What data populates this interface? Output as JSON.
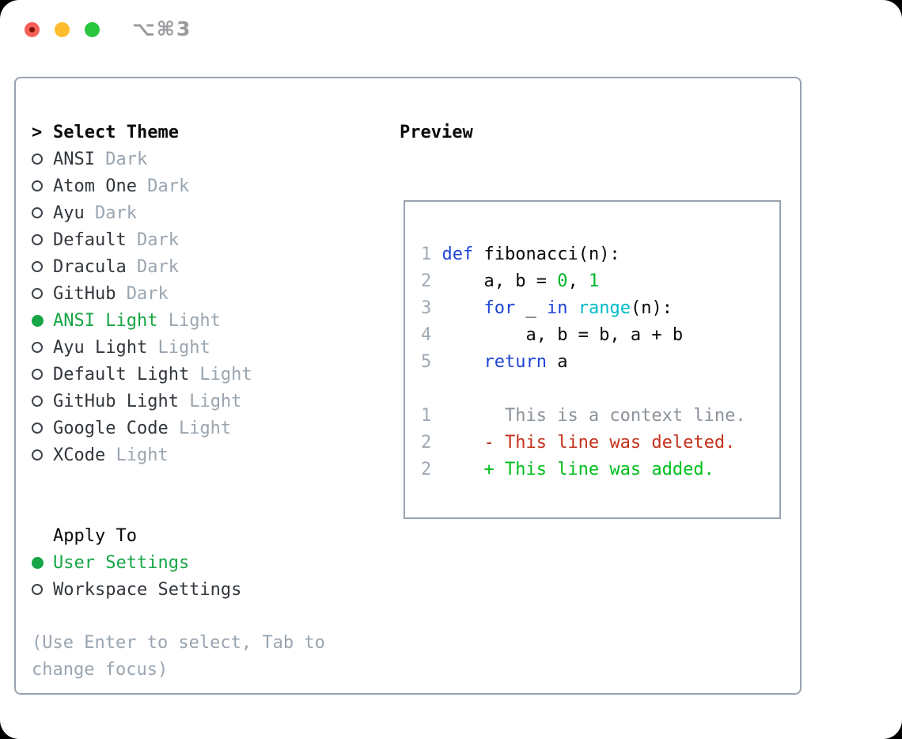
{
  "window": {
    "title": "⌥⌘3"
  },
  "traffic_lights": [
    "close-button",
    "minimize-button",
    "zoom-button"
  ],
  "palette": {
    "tl_red": "#f65f57",
    "tl_yellow": "#fdbd2e",
    "tl_green": "#2ac63e",
    "accent_green": "#17a546",
    "keyword_blue": "#1f44d6",
    "builtin_cyan": "#00bcc8",
    "number_green": "#00b42a",
    "diff_add": "#00bf1d",
    "diff_del": "#c5311c",
    "context_gray": "#8b939b",
    "muted_gray": "#9aa5b0",
    "linenum_gray": "#9fa9b4",
    "text_dark": "#32373d",
    "text_black": "#0a0a0a"
  },
  "theme_picker": {
    "prompt": ">",
    "title": "Select Theme",
    "items": [
      {
        "name": "ANSI",
        "variant": "Dark",
        "selected": false
      },
      {
        "name": "Atom One",
        "variant": "Dark",
        "selected": false
      },
      {
        "name": "Ayu",
        "variant": "Dark",
        "selected": false
      },
      {
        "name": "Default",
        "variant": "Dark",
        "selected": false
      },
      {
        "name": "Dracula",
        "variant": "Dark",
        "selected": false
      },
      {
        "name": "GitHub",
        "variant": "Dark",
        "selected": false
      },
      {
        "name": "ANSI Light",
        "variant": "Light",
        "selected": true
      },
      {
        "name": "Ayu Light",
        "variant": "Light",
        "selected": false
      },
      {
        "name": "Default Light",
        "variant": "Light",
        "selected": false
      },
      {
        "name": "GitHub Light",
        "variant": "Light",
        "selected": false
      },
      {
        "name": "Google Code",
        "variant": "Light",
        "selected": false
      },
      {
        "name": "XCode",
        "variant": "Light",
        "selected": false
      }
    ]
  },
  "apply_to": {
    "title": "Apply To",
    "options": [
      {
        "label": "User Settings",
        "selected": true
      },
      {
        "label": "Workspace Settings",
        "selected": false
      }
    ]
  },
  "hint": "(Use Enter to select, Tab to change focus)",
  "preview": {
    "title": "Preview",
    "code_lines": [
      {
        "num": "1",
        "segments": [
          [
            "def",
            "kw"
          ],
          [
            " fibonacci(n):",
            "fg"
          ]
        ]
      },
      {
        "num": "2",
        "segments": [
          [
            "    a, b = ",
            "fg"
          ],
          [
            "0",
            "num"
          ],
          [
            ", ",
            "fg"
          ],
          [
            "1",
            "num"
          ]
        ]
      },
      {
        "num": "3",
        "segments": [
          [
            "    ",
            "fg"
          ],
          [
            "for",
            "kw"
          ],
          [
            " _ ",
            "fg"
          ],
          [
            "in",
            "kw"
          ],
          [
            " ",
            "fg"
          ],
          [
            "range",
            "builtin"
          ],
          [
            "(n):",
            "fg"
          ]
        ]
      },
      {
        "num": "4",
        "segments": [
          [
            "        a, b = b, a + b",
            "fg"
          ]
        ]
      },
      {
        "num": "5",
        "segments": [
          [
            "    ",
            "fg"
          ],
          [
            "return",
            "kw"
          ],
          [
            " a",
            "fg"
          ]
        ]
      },
      {
        "num": "",
        "segments": []
      },
      {
        "num": "1",
        "segments": [
          [
            "      This is a context line.",
            "ctx"
          ]
        ]
      },
      {
        "num": "2",
        "segments": [
          [
            "    - This line was deleted.",
            "del"
          ]
        ]
      },
      {
        "num": "2",
        "segments": [
          [
            "    + This line was added.",
            "add"
          ]
        ]
      }
    ]
  }
}
